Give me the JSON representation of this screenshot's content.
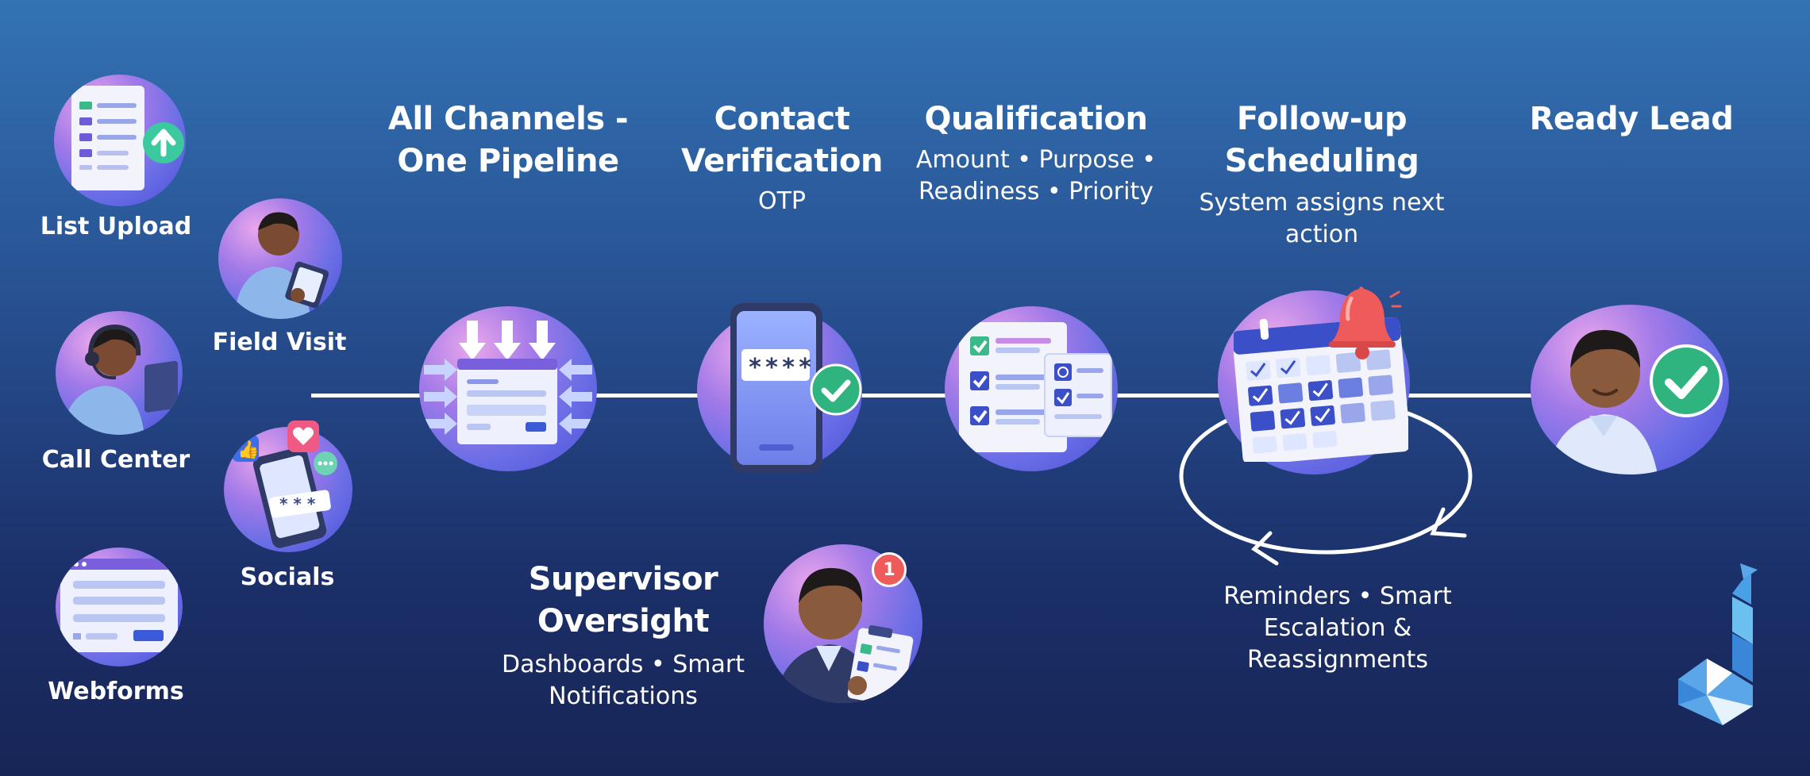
{
  "channels": [
    {
      "label": "List Upload",
      "icon": "document-upload-icon"
    },
    {
      "label": "Field Visit",
      "icon": "agent-tablet-icon"
    },
    {
      "label": "Call Center",
      "icon": "headset-agent-icon"
    },
    {
      "label": "Socials",
      "icon": "social-phone-icon"
    },
    {
      "label": "Webforms",
      "icon": "webform-icon"
    }
  ],
  "stages": {
    "pipeline": {
      "title_1": "All Channels -",
      "title_2": "One Pipeline"
    },
    "verification": {
      "title_1": "Contact",
      "title_2": "Verification",
      "sub": "OTP",
      "otp_mask": "****"
    },
    "qualification": {
      "title": "Qualification",
      "sub_1": "Amount • Purpose •",
      "sub_2": "Readiness • Priority"
    },
    "followup": {
      "title_1": "Follow-up",
      "title_2": "Scheduling",
      "sub_1": "System assigns next",
      "sub_2": "action"
    },
    "ready": {
      "title": "Ready Lead"
    },
    "supervisor": {
      "title_1": "Supervisor",
      "title_2": "Oversight",
      "sub_1": "Dashboards • Smart",
      "sub_2": "Notifications",
      "badge": "1"
    },
    "loop": {
      "sub_1": "Reminders • Smart",
      "sub_2": "Escalation &",
      "sub_3": "Reassignments"
    }
  },
  "colors": {
    "check_green": "#2fb37f",
    "bell_red": "#ef5a5a",
    "accent_blue": "#4c6fe0"
  }
}
